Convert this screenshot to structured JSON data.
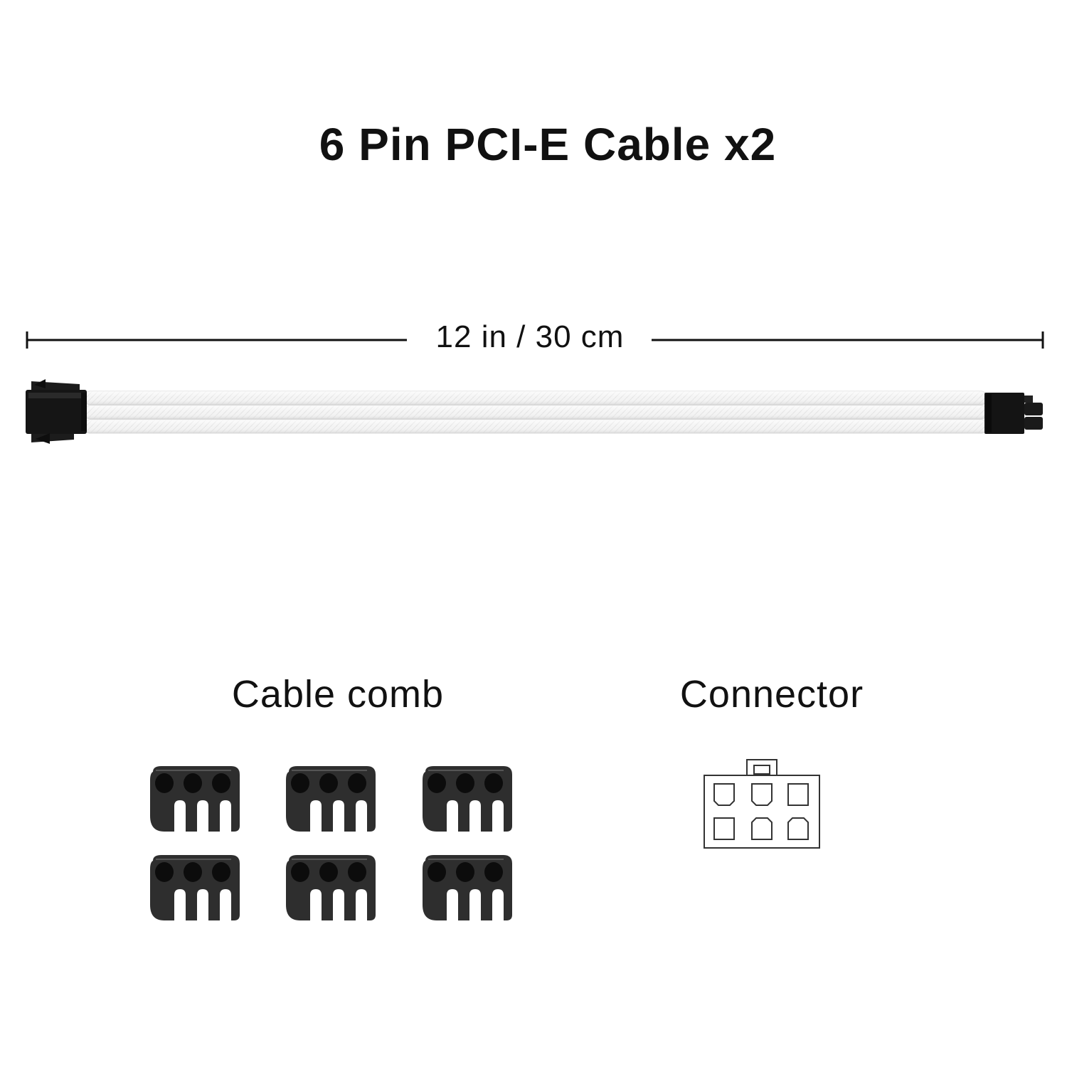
{
  "title": "6 Pin PCI-E Cable x2",
  "dimension_label": "12 in / 30 cm",
  "cable_comb_label": "Cable comb",
  "connector_label": "Connector",
  "cable_comb_count": 6,
  "connector_pin_count": 6,
  "colors": {
    "background": "#ffffff",
    "text": "#111111",
    "sleeve": "#f2f2f2",
    "connector_body": "#141414",
    "comb": "#2e2e2e",
    "diagram_stroke": "#333333"
  },
  "icons": [
    "cable-icon",
    "comb-icon",
    "connector-diagram-icon"
  ]
}
